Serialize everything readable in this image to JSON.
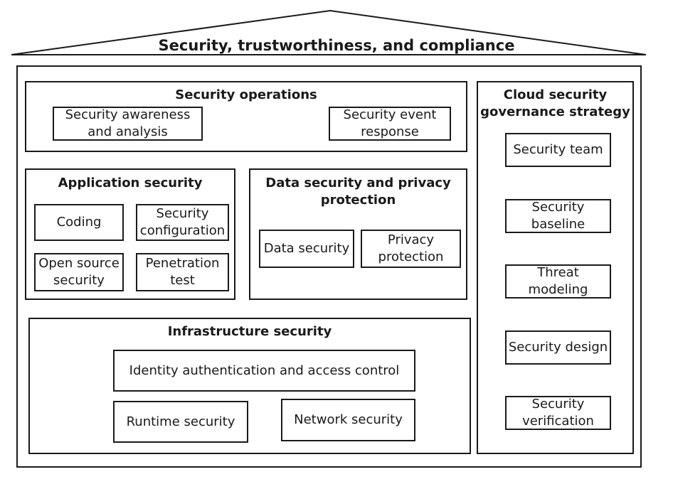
{
  "title": "Security, trustworthiness, and compliance",
  "sections": {
    "security_operations": {
      "title": "Security operations",
      "items": [
        "Security awareness\nand analysis",
        "Security event\nresponse"
      ]
    },
    "application_security": {
      "title": "Application security",
      "items": [
        "Coding",
        "Security\nconfiguration",
        "Open source\nsecurity",
        "Penetration\ntest"
      ]
    },
    "data_security": {
      "title": "Data security and privacy\nprotection",
      "items": [
        "Data security",
        "Privacy\nprotection"
      ]
    },
    "infrastructure_security": {
      "title": "Infrastructure security",
      "items": [
        "Identity authentication and access control",
        "Runtime security",
        "Network security"
      ]
    },
    "cloud_governance": {
      "title": "Cloud security\ngovernance strategy",
      "items": [
        "Security team",
        "Security\nbaseline",
        "Threat\nmodeling",
        "Security design",
        "Security\nverification"
      ]
    }
  }
}
